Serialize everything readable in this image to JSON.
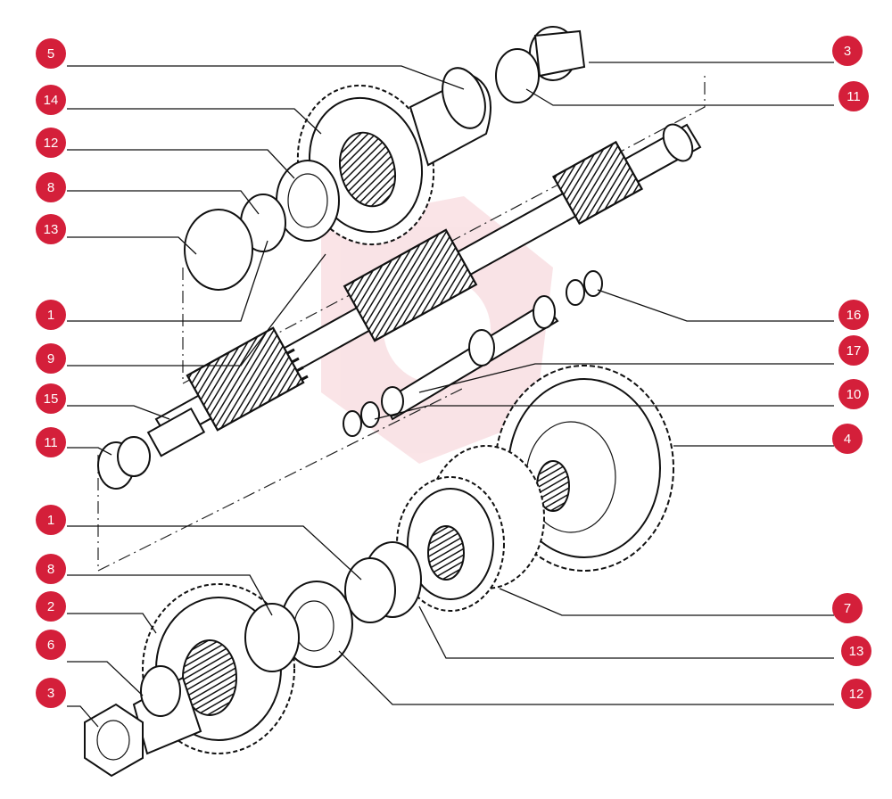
{
  "diagram": {
    "callout_color": "#d41f3a",
    "callouts_left": [
      "5",
      "14",
      "12",
      "8",
      "13",
      "1",
      "9",
      "15",
      "11",
      "1",
      "8",
      "2",
      "6",
      "3"
    ],
    "callouts_right": [
      "3",
      "11",
      "16",
      "17",
      "10",
      "4",
      "7",
      "13",
      "12"
    ]
  }
}
